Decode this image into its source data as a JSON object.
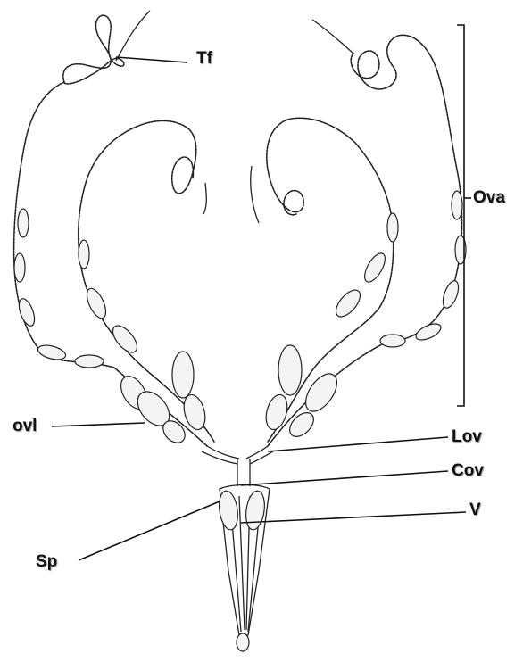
{
  "labels": {
    "tf": "Tf",
    "ova": "Ova",
    "ovl": "ovl",
    "lov": "Lov",
    "cov": "Cov",
    "v": "V",
    "sp": "Sp"
  },
  "colors": {
    "ink": "#222222",
    "background": "#ffffff"
  }
}
